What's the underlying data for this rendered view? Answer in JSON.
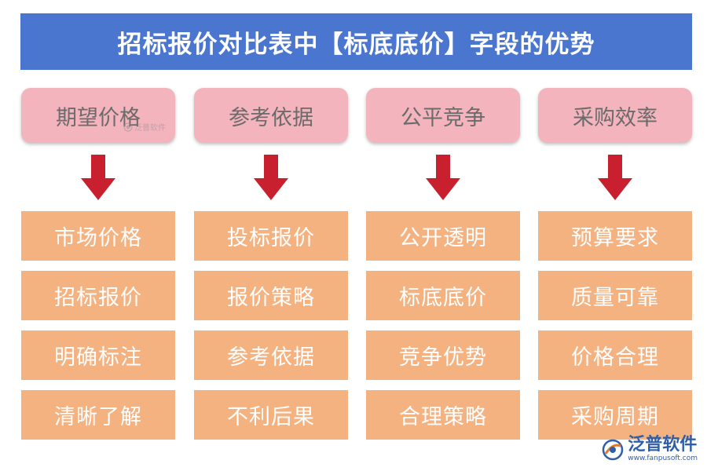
{
  "title": "招标报价对比表中【标底底价】字段的优势",
  "colors": {
    "title_bg": "#4a76cf",
    "head_bg": "#f3b4bd",
    "item_bg": "#f5b281",
    "arrow": "#c8202f"
  },
  "columns": [
    {
      "heading": "期望价格",
      "items": [
        "市场价格",
        "招标报价",
        "明确标注",
        "清晰了解"
      ]
    },
    {
      "heading": "参考依据",
      "items": [
        "投标报价",
        "报价策略",
        "参考依据",
        "不利后果"
      ]
    },
    {
      "heading": "公平竞争",
      "items": [
        "公开透明",
        "标底底价",
        "竞争优势",
        "合理策略"
      ]
    },
    {
      "heading": "采购效率",
      "items": [
        "预算要求",
        "质量可靠",
        "价格合理",
        "采购周期"
      ]
    }
  ],
  "watermark": {
    "name": "泛普软件",
    "url": "www.fanpusoft.com"
  }
}
